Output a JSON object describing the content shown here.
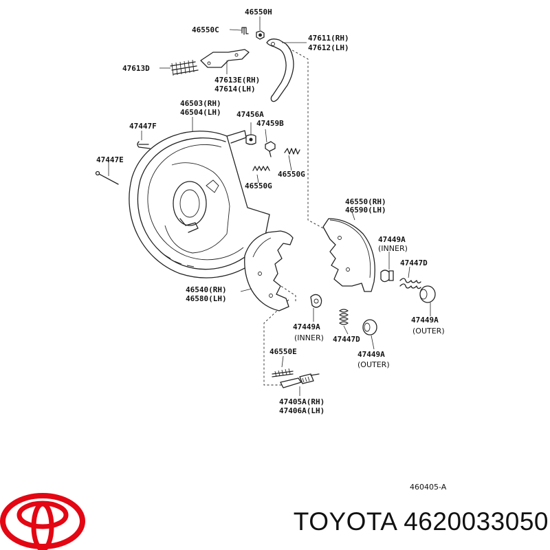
{
  "labels": {
    "p46550H": "46550H",
    "p46550C": "46550C",
    "p47611": "47611(RH)",
    "p47612": "47612(LH)",
    "p47613D": "47613D",
    "p47613E": "47613E(RH)",
    "p47614": "47614(LH)",
    "p46503": "46503(RH)",
    "p46504": "46504(LH)",
    "p47456A": "47456A",
    "p47459B": "47459B",
    "p47447F": "47447F",
    "p47447E": "47447E",
    "p46550G_a": "46550G",
    "p46550G_b": "46550G",
    "p46550RH": "46550(RH)",
    "p46590LH": "46590(LH)",
    "p47449A_1": "47449A",
    "p47449A_1_sub": "(INNER)",
    "p47447D_1": "47447D",
    "p47449A_2": "47449A",
    "p47449A_2_sub": "(OUTER)",
    "p46540": "46540(RH)",
    "p46580": "46580(LH)",
    "p47449A_3": "47449A",
    "p47449A_3_sub": "(INNER)",
    "p47447D_2": "47447D",
    "p47449A_4": "47449A",
    "p47449A_4_sub": "(OUTER)",
    "p46550E": "46550E",
    "p47405A": "47405A(RH)",
    "p47406A": "47406A(LH)",
    "code": "460405-A"
  },
  "brand": {
    "text": "TOYOTA 4620033050",
    "logo_color": "#e30613"
  },
  "icons": {
    "logo": "toyota-logo-icon"
  }
}
